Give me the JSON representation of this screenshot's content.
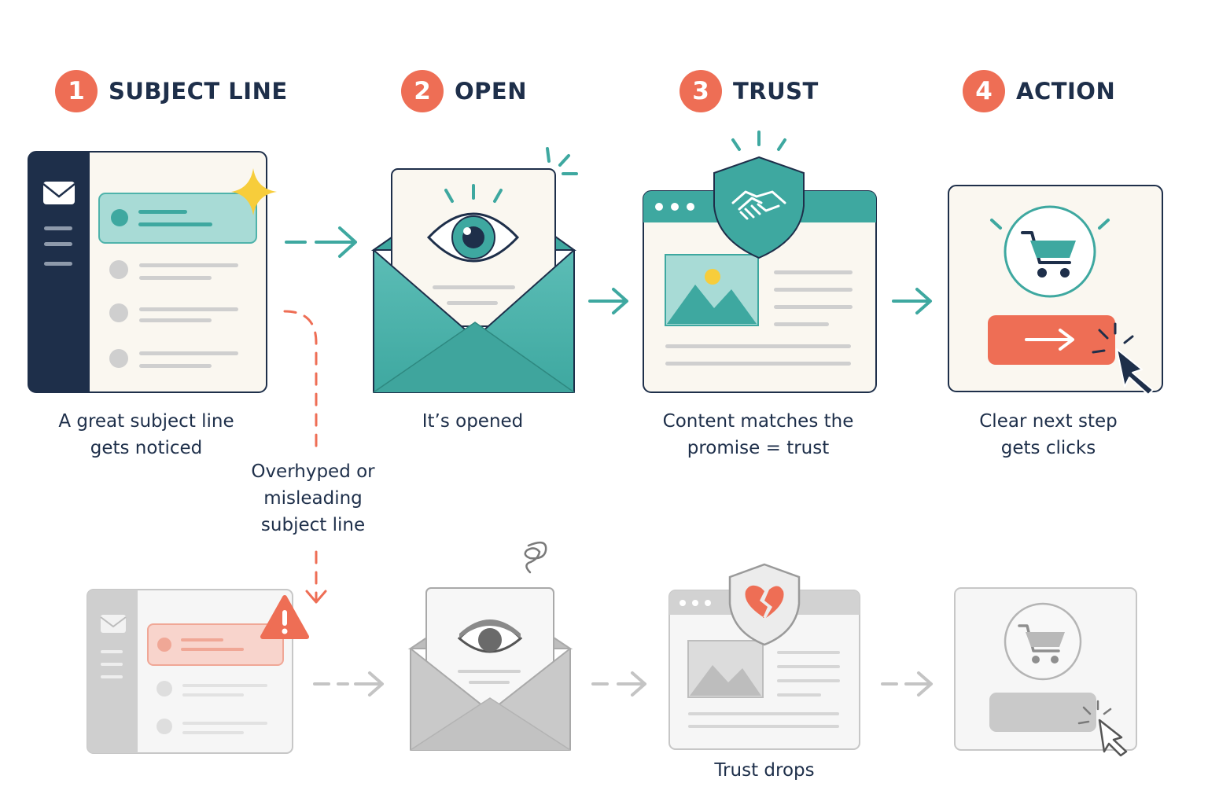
{
  "steps": [
    {
      "number": "1",
      "title": "SUBJECT LINE",
      "caption": [
        "A great subject line",
        "gets noticed"
      ]
    },
    {
      "number": "2",
      "title": "OPEN",
      "caption": [
        "It’s opened"
      ]
    },
    {
      "number": "3",
      "title": "TRUST",
      "caption": [
        "Content matches the",
        "promise = trust"
      ]
    },
    {
      "number": "4",
      "title": "ACTION",
      "caption": [
        "Clear next step",
        "gets clicks"
      ]
    }
  ],
  "branch": {
    "label": [
      "Overhyped or",
      "misleading",
      "subject line"
    ],
    "result": "Trust drops"
  },
  "colors": {
    "accent": "#ee6e55",
    "teal": "#3ea8a0",
    "navy": "#1e2f4a",
    "gray": "#c7c7c7"
  },
  "icons": {
    "step1": "inbox-window-icon",
    "step2": "open-envelope-eye-icon",
    "step3": "browser-shield-handshake-icon",
    "step4": "cart-button-click-icon"
  }
}
